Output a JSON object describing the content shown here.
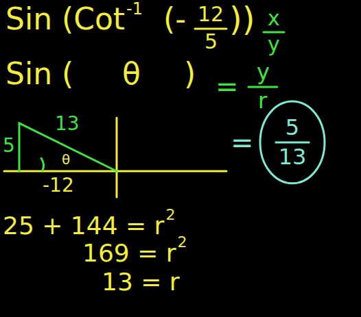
{
  "diagram": {
    "nodes": [
      {
        "text": [
          "5",
          "13"
        ]
      }
    ],
    "labels": [
      "Sin (Cot",
      "-1",
      "(-",
      "12",
      "5",
      "))",
      "x",
      "y",
      "Sin (",
      "θ",
      ")",
      "=",
      "y",
      "r",
      "5",
      "13",
      "θ",
      "-12",
      "=",
      "25 + 144 = r",
      "2",
      "169 = r",
      "2",
      "13 = r"
    ]
  }
}
